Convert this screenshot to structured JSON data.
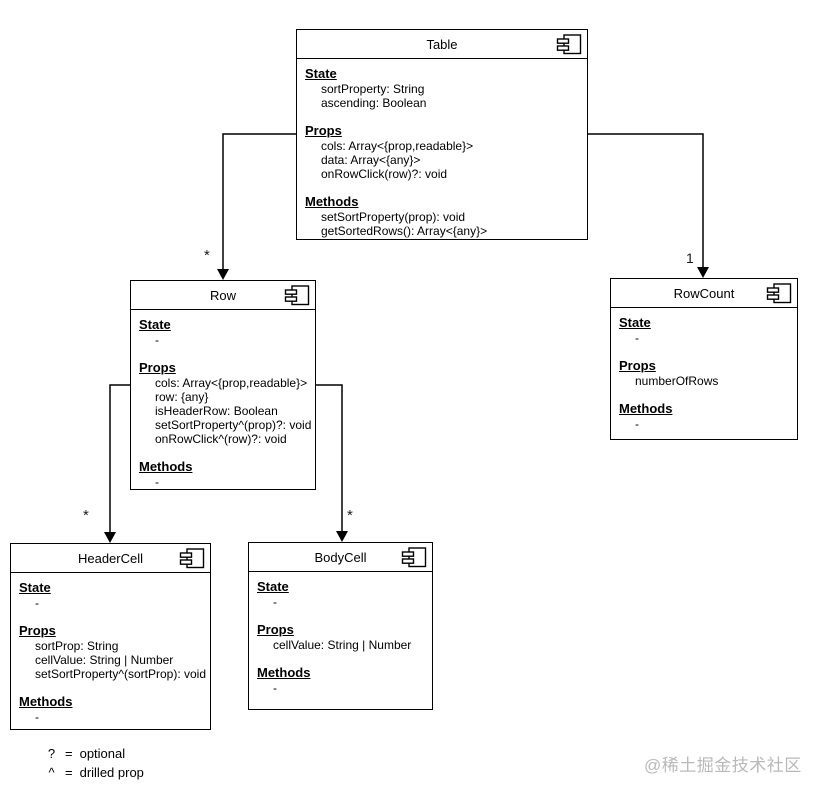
{
  "diagram": {
    "components": [
      {
        "title": "Table",
        "sections": [
          {
            "label": "State",
            "items": [
              "sortProperty: String",
              "ascending: Boolean"
            ]
          },
          {
            "label": "Props",
            "items": [
              "cols: Array<{prop,readable}>",
              "data: Array<{any}>",
              "onRowClick(row)?: void"
            ]
          },
          {
            "label": "Methods",
            "items": [
              "setSortProperty(prop): void",
              "getSortedRows(): Array<{any}>"
            ]
          }
        ]
      },
      {
        "title": "Row",
        "sections": [
          {
            "label": "State",
            "items": [
              "-"
            ]
          },
          {
            "label": "Props",
            "items": [
              "cols: Array<{prop,readable}>",
              "row: {any}",
              "isHeaderRow: Boolean",
              "setSortProperty^(prop)?: void",
              "onRowClick^(row)?: void"
            ]
          },
          {
            "label": "Methods",
            "items": [
              "-"
            ]
          }
        ]
      },
      {
        "title": "RowCount",
        "sections": [
          {
            "label": "State",
            "items": [
              "-"
            ]
          },
          {
            "label": "Props",
            "items": [
              "numberOfRows"
            ]
          },
          {
            "label": "Methods",
            "items": [
              "-"
            ]
          }
        ]
      },
      {
        "title": "HeaderCell",
        "sections": [
          {
            "label": "State",
            "items": [
              "-"
            ]
          },
          {
            "label": "Props",
            "items": [
              "sortProp: String",
              "cellValue: String | Number",
              "setSortProperty^(sortProp): void"
            ]
          },
          {
            "label": "Methods",
            "items": [
              "-"
            ]
          }
        ]
      },
      {
        "title": "BodyCell",
        "sections": [
          {
            "label": "State",
            "items": [
              "-"
            ]
          },
          {
            "label": "Props",
            "items": [
              "cellValue: String | Number"
            ]
          },
          {
            "label": "Methods",
            "items": [
              "-"
            ]
          }
        ]
      }
    ],
    "connectors": [
      {
        "from": "Table",
        "to": "Row",
        "label": "*"
      },
      {
        "from": "Table",
        "to": "RowCount",
        "label": "1"
      },
      {
        "from": "Row",
        "to": "HeaderCell",
        "label": "*"
      },
      {
        "from": "Row",
        "to": "BodyCell",
        "label": "*"
      }
    ],
    "legend": [
      {
        "symbol": "?",
        "eq": "=",
        "meaning": "optional"
      },
      {
        "symbol": "^",
        "eq": "=",
        "meaning": "drilled prop"
      }
    ],
    "watermark": "@稀土掘金技术社区",
    "colors": {
      "stroke": "#000000",
      "fill": "#ffffff",
      "watermark": "#b9b9b9"
    }
  }
}
